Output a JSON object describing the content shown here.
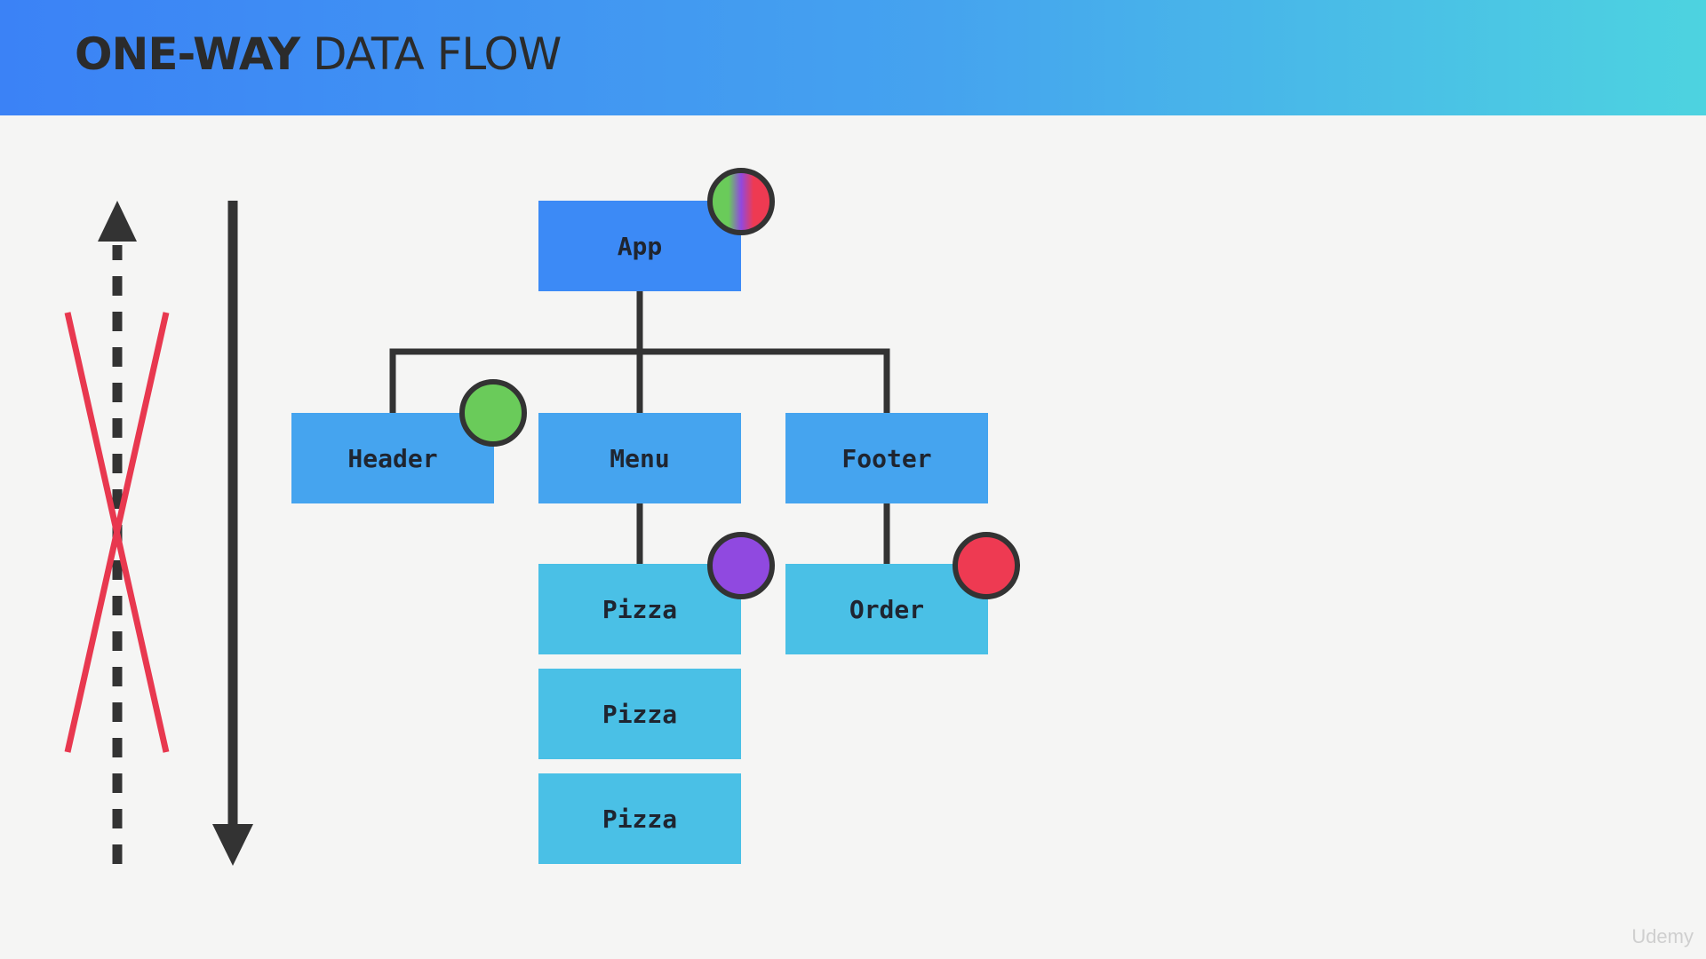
{
  "slide": {
    "title_bold": "ONE-WAY",
    "title_rest": "DATA FLOW"
  },
  "nodes": {
    "app": "App",
    "header": "Header",
    "menu": "Menu",
    "footer": "Footer",
    "pizza": "Pizza",
    "order": "Order"
  },
  "colors": {
    "title_text": "#2b2b2b",
    "node_dark": "#3c8af6",
    "node_mid": "#45a4ef",
    "node_light": "#4ac0e6",
    "state_green": "#6acb5a",
    "state_purple": "#9049e0",
    "state_red": "#ee3a52",
    "cross_red": "#e8384f",
    "line": "#333333"
  },
  "watermark": "Udemy"
}
